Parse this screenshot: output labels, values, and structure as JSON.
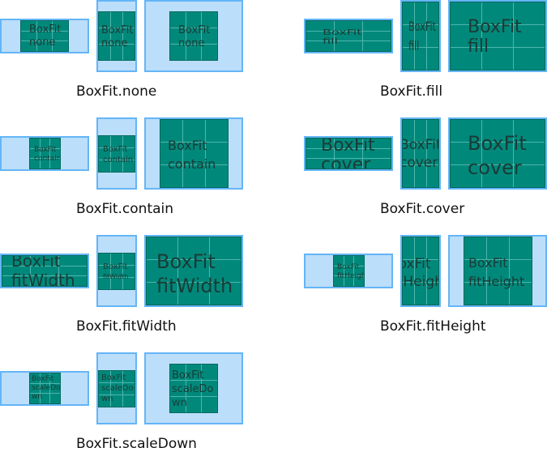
{
  "groups": [
    {
      "caption": "BoxFit.none",
      "text_a": "BoxFit",
      "text_b": "none"
    },
    {
      "caption": "BoxFit.fill",
      "text_a": "BoxFit",
      "text_b": "fill"
    },
    {
      "caption": "BoxFit.contain",
      "text_a": "BoxFit",
      "text_b": "contain"
    },
    {
      "caption": "BoxFit.cover",
      "text_a": "BoxFit",
      "text_b": "cover"
    },
    {
      "caption": "BoxFit.fitWidth",
      "text_a": "BoxFit",
      "text_b": "fitWidth"
    },
    {
      "caption": "BoxFit.fitHeight",
      "text_a": "BoxFit",
      "text_b": "fitHeight"
    },
    {
      "caption": "BoxFit.scaleDown",
      "text_a": "BoxFit",
      "text_b": "scaleDo",
      "text_c": "wn"
    }
  ],
  "colors": {
    "container": "#bbdefb",
    "container_border": "#64b5f6",
    "image": "#00897b"
  }
}
